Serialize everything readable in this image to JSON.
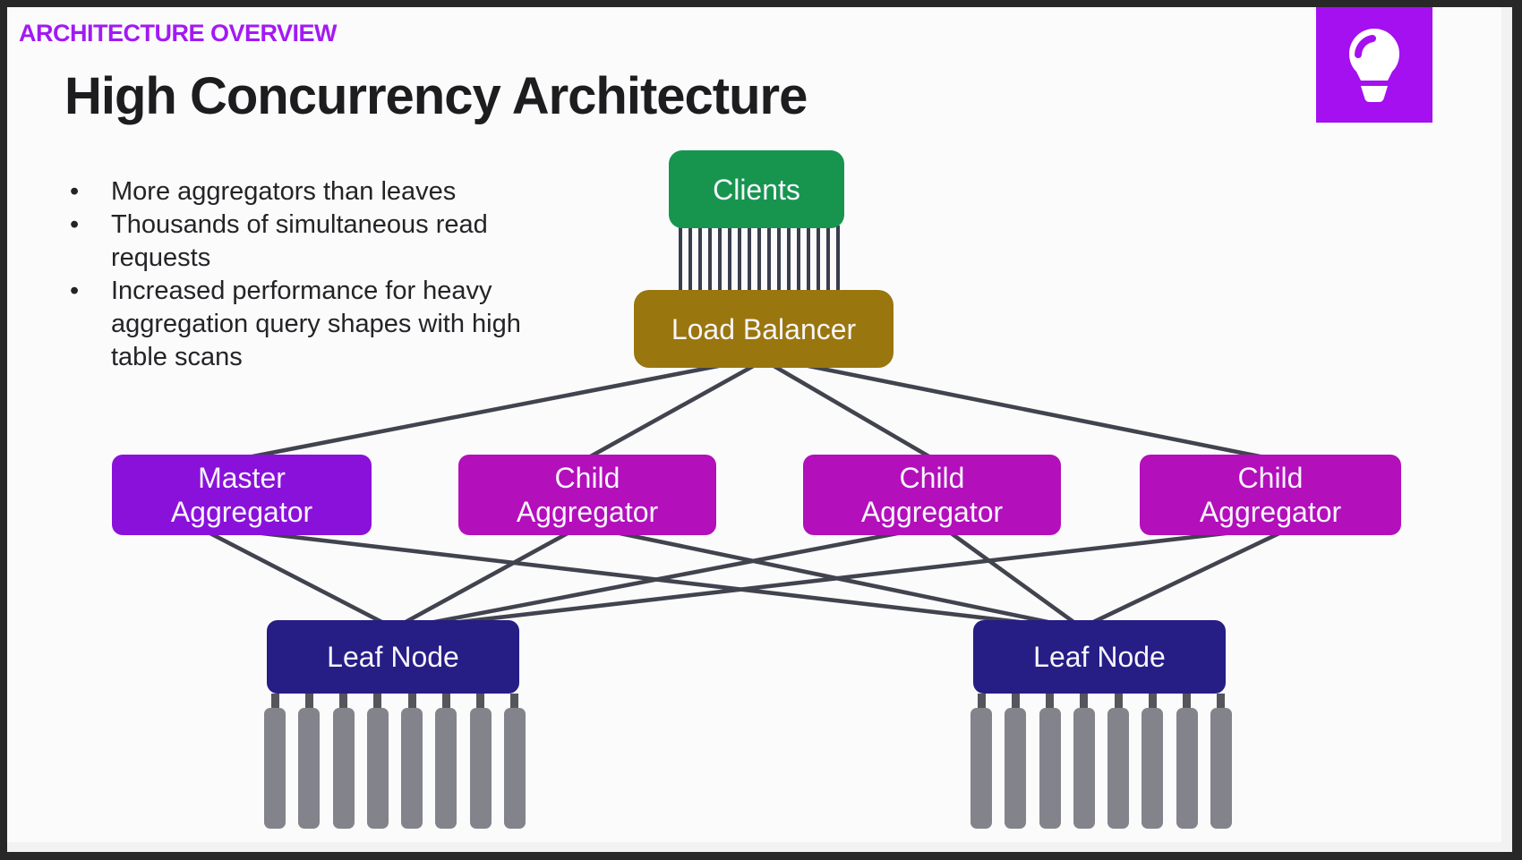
{
  "slide": {
    "eyebrow": "ARCHITECTURE OVERVIEW",
    "title": "High Concurrency Architecture",
    "bullets": [
      "More aggregators than leaves",
      "Thousands of simultaneous read requests",
      "Increased performance for heavy aggregation query shapes with high table scans"
    ]
  },
  "colors": {
    "eyebrow": "#A21AF2",
    "icon_tile": "#A410F0",
    "clients": "#17954F",
    "load_balancer": "#9A760E",
    "master_aggregator": "#8A11DA",
    "child_aggregator": "#B30FBB",
    "leaf_node": "#261D85",
    "connection_line": "#41434E",
    "client_line": "#3A3D4C",
    "partition_bar": "#83838C",
    "partition_stem": "#55555C"
  },
  "diagram": {
    "clients": {
      "label": "Clients"
    },
    "load_balancer": {
      "label": "Load Balancer"
    },
    "master_aggregator": {
      "line1": "Master",
      "line2": "Aggregator"
    },
    "child_aggregator": {
      "line1": "Child",
      "line2": "Aggregator"
    },
    "leaf_node": {
      "label": "Leaf Node"
    },
    "counts": {
      "client_connections": 17,
      "child_aggregators": 3,
      "leaf_nodes": 2,
      "partitions_per_leaf": 8
    }
  }
}
